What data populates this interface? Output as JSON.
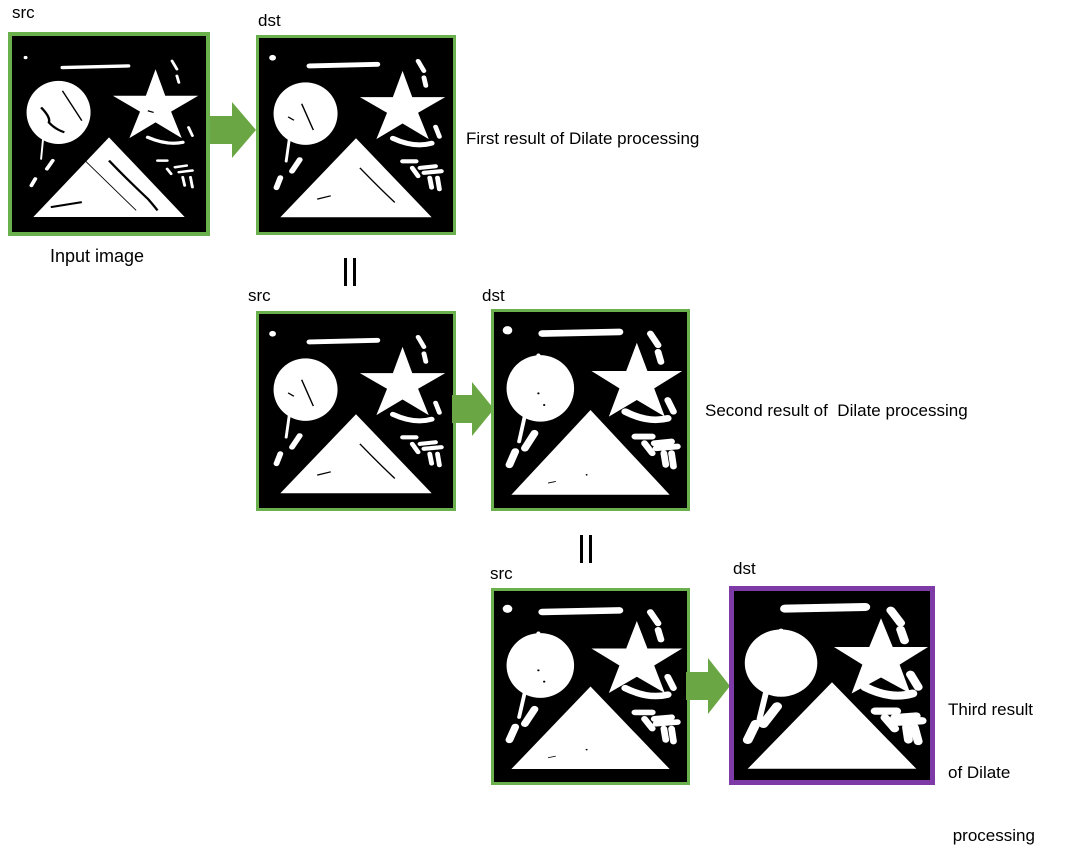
{
  "colors": {
    "frame_green": "#6ab04c",
    "frame_purple": "#7e3aa6",
    "arrow_green": "#6aa744",
    "image_bg": "#000000",
    "shape_fill": "#ffffff"
  },
  "step1": {
    "src_label": "src",
    "dst_label": "dst",
    "input_caption": "Input image",
    "description": "First result of Dilate processing"
  },
  "step2": {
    "src_label": "src",
    "dst_label": "dst",
    "description": "Second result of  Dilate processing"
  },
  "step3": {
    "src_label": "src",
    "dst_label": "dst",
    "description_lines": [
      "Third result",
      "of Dilate",
      " processing"
    ]
  },
  "icons": {
    "arrow": "right-arrow-icon",
    "equals": "equals-rotated-icon"
  }
}
